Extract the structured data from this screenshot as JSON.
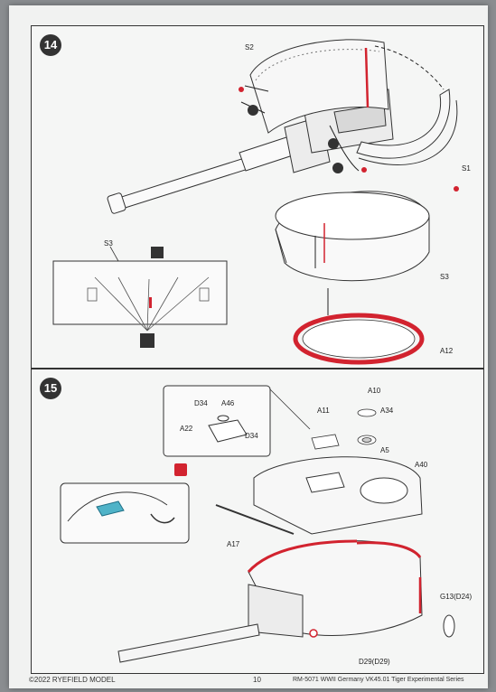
{
  "step14": {
    "number": "14",
    "labels": {
      "s2": "S2",
      "s1": "S1",
      "s3": "S3",
      "s3_detail": "S3",
      "a12": "A12"
    }
  },
  "step15": {
    "number": "15",
    "labels": {
      "d34_top": "D34",
      "a46": "A46",
      "a22": "A22",
      "d34_side": "D34",
      "a11": "A11",
      "a10": "A10",
      "a34": "A34",
      "a5": "A5",
      "a40": "A40",
      "a17": "A17",
      "g13": "G13(D24)",
      "d29": "D29(D29)"
    }
  },
  "footer": {
    "copyright": "©2022 RYEFIELD MODEL",
    "page": "10",
    "series": "RM-5071 WWII Germany VK45.01 Tiger Experimental Series"
  },
  "colors": {
    "accent_red": "#d2232f",
    "line": "#333333",
    "highlight_blue": "#4fb3c8"
  }
}
